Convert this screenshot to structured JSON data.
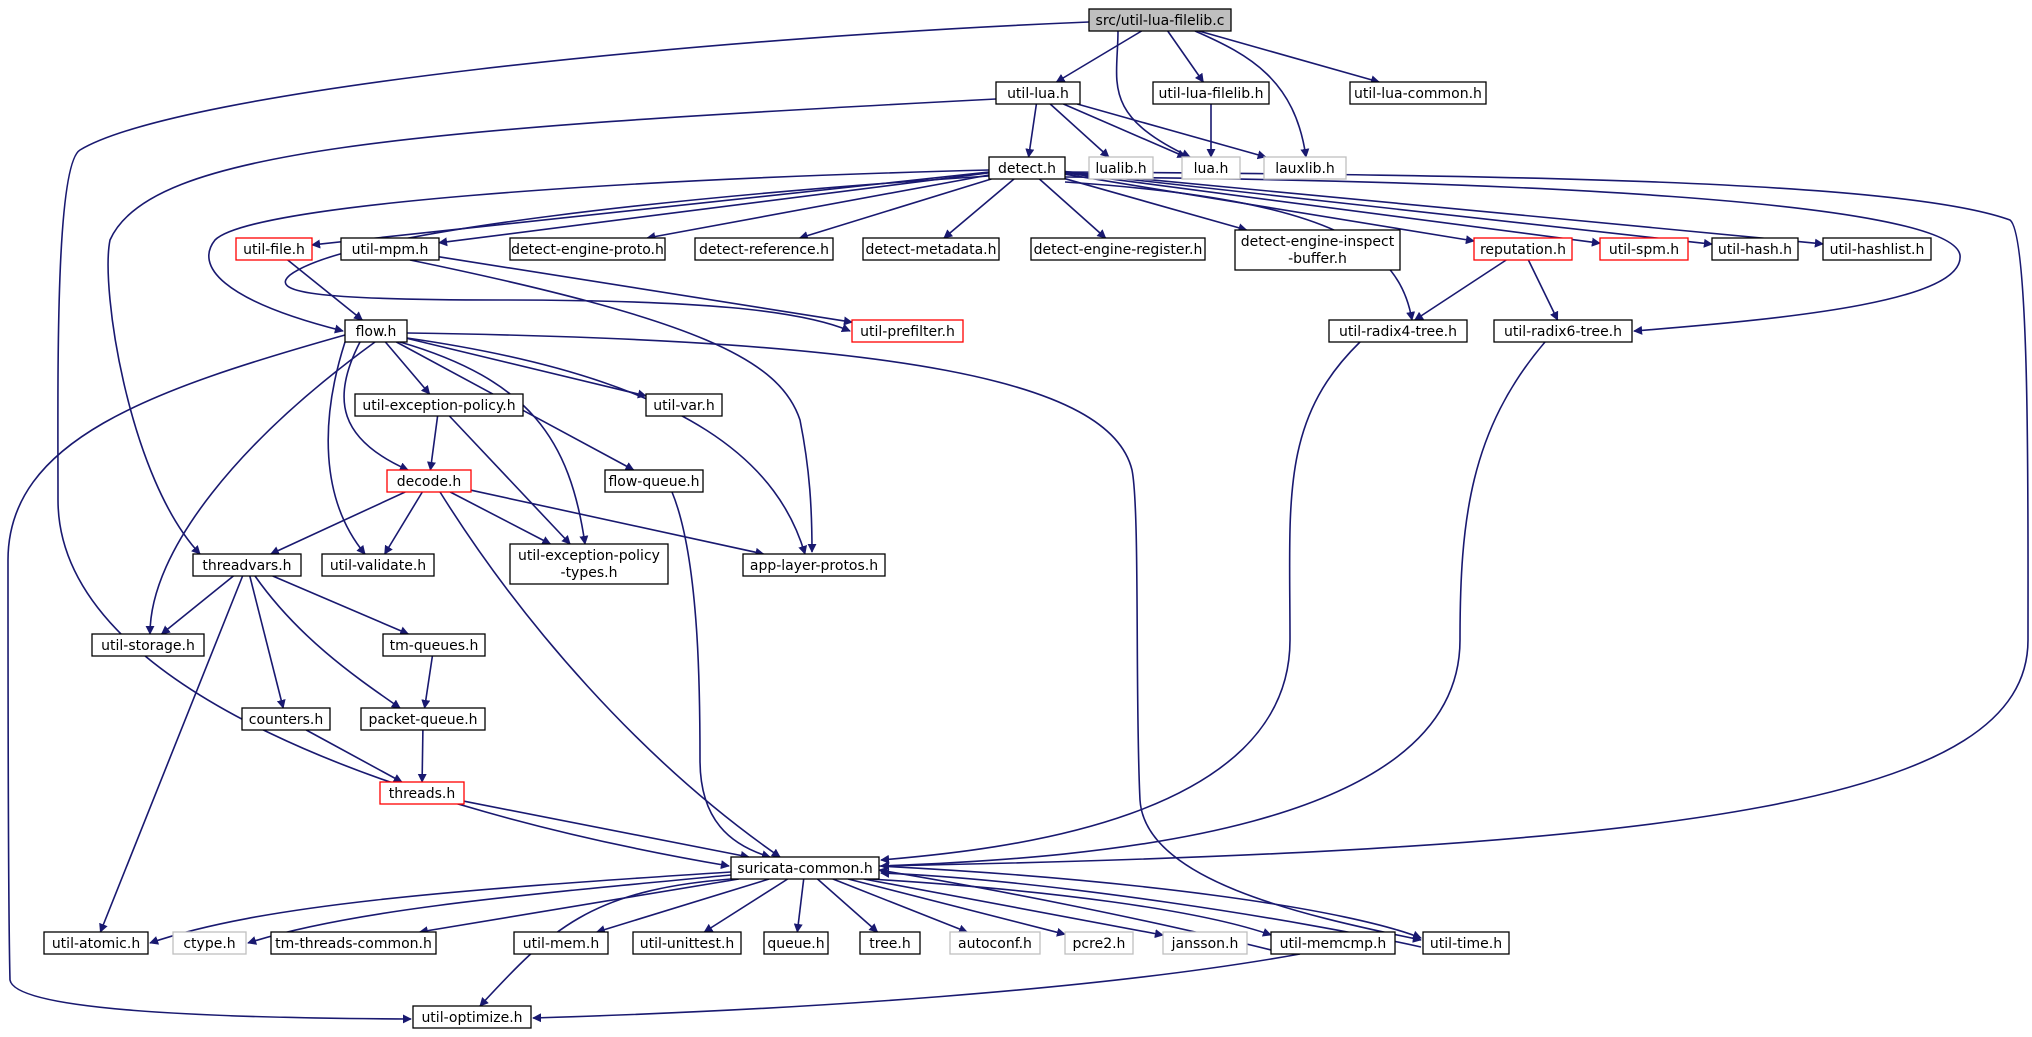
{
  "colors": {
    "edge": "#191970",
    "normal_border": "#000000",
    "truncated_border": "#ff0000",
    "external_border": "#bfbfbf",
    "root_fill": "#bfbfbf",
    "text": "#000000"
  },
  "nodes": [
    {
      "id": "root",
      "label": "src/util-lua-filelib.c",
      "kind": "root"
    },
    {
      "id": "util-lua-h",
      "label": "util-lua.h",
      "kind": "normal"
    },
    {
      "id": "util-lua-filelib-h",
      "label": "util-lua-filelib.h",
      "kind": "normal"
    },
    {
      "id": "util-lua-common-h",
      "label": "util-lua-common.h",
      "kind": "normal"
    },
    {
      "id": "detect-h",
      "label": "detect.h",
      "kind": "normal"
    },
    {
      "id": "lualib-h",
      "label": "lualib.h",
      "kind": "external"
    },
    {
      "id": "lua-h",
      "label": "lua.h",
      "kind": "external"
    },
    {
      "id": "lauxlib-h",
      "label": "lauxlib.h",
      "kind": "external"
    },
    {
      "id": "util-file-h",
      "label": "util-file.h",
      "kind": "truncated"
    },
    {
      "id": "util-mpm-h",
      "label": "util-mpm.h",
      "kind": "normal"
    },
    {
      "id": "detect-engine-proto-h",
      "label": "detect-engine-proto.h",
      "kind": "normal"
    },
    {
      "id": "detect-reference-h",
      "label": "detect-reference.h",
      "kind": "normal"
    },
    {
      "id": "detect-metadata-h",
      "label": "detect-metadata.h",
      "kind": "normal"
    },
    {
      "id": "detect-engine-register-h",
      "label": "detect-engine-register.h",
      "kind": "normal"
    },
    {
      "id": "detect-engine-inspect-buffer-h",
      "label": "detect-engine-inspect\n-buffer.h",
      "kind": "normal"
    },
    {
      "id": "reputation-h",
      "label": "reputation.h",
      "kind": "truncated"
    },
    {
      "id": "util-spm-h",
      "label": "util-spm.h",
      "kind": "truncated"
    },
    {
      "id": "util-hash-h",
      "label": "util-hash.h",
      "kind": "normal"
    },
    {
      "id": "util-hashlist-h",
      "label": "util-hashlist.h",
      "kind": "normal"
    },
    {
      "id": "flow-h",
      "label": "flow.h",
      "kind": "normal"
    },
    {
      "id": "util-prefilter-h",
      "label": "util-prefilter.h",
      "kind": "truncated"
    },
    {
      "id": "util-radix4-tree-h",
      "label": "util-radix4-tree.h",
      "kind": "normal"
    },
    {
      "id": "util-radix6-tree-h",
      "label": "util-radix6-tree.h",
      "kind": "normal"
    },
    {
      "id": "util-exception-policy-h",
      "label": "util-exception-policy.h",
      "kind": "normal"
    },
    {
      "id": "util-var-h",
      "label": "util-var.h",
      "kind": "normal"
    },
    {
      "id": "decode-h",
      "label": "decode.h",
      "kind": "truncated"
    },
    {
      "id": "flow-queue-h",
      "label": "flow-queue.h",
      "kind": "normal"
    },
    {
      "id": "threadvars-h",
      "label": "threadvars.h",
      "kind": "normal"
    },
    {
      "id": "util-validate-h",
      "label": "util-validate.h",
      "kind": "normal"
    },
    {
      "id": "util-exception-policy-types-h",
      "label": "util-exception-policy\n-types.h",
      "kind": "normal"
    },
    {
      "id": "app-layer-protos-h",
      "label": "app-layer-protos.h",
      "kind": "normal"
    },
    {
      "id": "util-storage-h",
      "label": "util-storage.h",
      "kind": "normal"
    },
    {
      "id": "tm-queues-h",
      "label": "tm-queues.h",
      "kind": "normal"
    },
    {
      "id": "counters-h",
      "label": "counters.h",
      "kind": "normal"
    },
    {
      "id": "packet-queue-h",
      "label": "packet-queue.h",
      "kind": "normal"
    },
    {
      "id": "threads-h",
      "label": "threads.h",
      "kind": "truncated"
    },
    {
      "id": "suricata-common-h",
      "label": "suricata-common.h",
      "kind": "normal"
    },
    {
      "id": "util-atomic-h",
      "label": "util-atomic.h",
      "kind": "normal"
    },
    {
      "id": "ctype-h",
      "label": "ctype.h",
      "kind": "external"
    },
    {
      "id": "tm-threads-common-h",
      "label": "tm-threads-common.h",
      "kind": "normal"
    },
    {
      "id": "util-mem-h",
      "label": "util-mem.h",
      "kind": "normal"
    },
    {
      "id": "util-unittest-h",
      "label": "util-unittest.h",
      "kind": "normal"
    },
    {
      "id": "queue-h",
      "label": "queue.h",
      "kind": "normal"
    },
    {
      "id": "tree-h",
      "label": "tree.h",
      "kind": "normal"
    },
    {
      "id": "autoconf-h",
      "label": "autoconf.h",
      "kind": "external"
    },
    {
      "id": "pcre2-h",
      "label": "pcre2.h",
      "kind": "external"
    },
    {
      "id": "jansson-h",
      "label": "jansson.h",
      "kind": "external"
    },
    {
      "id": "util-memcmp-h",
      "label": "util-memcmp.h",
      "kind": "normal"
    },
    {
      "id": "util-time-h",
      "label": "util-time.h",
      "kind": "normal"
    },
    {
      "id": "util-optimize-h",
      "label": "util-optimize.h",
      "kind": "normal"
    }
  ],
  "edges": [
    [
      "root",
      "util-lua-h"
    ],
    [
      "root",
      "util-lua-filelib-h"
    ],
    [
      "root",
      "util-lua-common-h"
    ],
    [
      "root",
      "lua-h"
    ],
    [
      "root",
      "lauxlib-h"
    ],
    [
      "root",
      "suricata-common-h"
    ],
    [
      "util-lua-filelib-h",
      "lua-h"
    ],
    [
      "util-lua-h",
      "detect-h"
    ],
    [
      "util-lua-h",
      "lualib-h"
    ],
    [
      "util-lua-h",
      "lua-h"
    ],
    [
      "util-lua-h",
      "lauxlib-h"
    ],
    [
      "util-lua-h",
      "threadvars-h"
    ],
    [
      "detect-h",
      "util-file-h"
    ],
    [
      "detect-h",
      "util-mpm-h"
    ],
    [
      "detect-h",
      "detect-engine-proto-h"
    ],
    [
      "detect-h",
      "detect-reference-h"
    ],
    [
      "detect-h",
      "detect-metadata-h"
    ],
    [
      "detect-h",
      "detect-engine-register-h"
    ],
    [
      "detect-h",
      "detect-engine-inspect-buffer-h"
    ],
    [
      "detect-h",
      "reputation-h"
    ],
    [
      "detect-h",
      "util-spm-h"
    ],
    [
      "detect-h",
      "util-hash-h"
    ],
    [
      "detect-h",
      "util-hashlist-h"
    ],
    [
      "detect-h",
      "flow-h"
    ],
    [
      "detect-h",
      "util-prefilter-h"
    ],
    [
      "detect-h",
      "util-radix4-tree-h"
    ],
    [
      "detect-h",
      "util-radix6-tree-h"
    ],
    [
      "detect-h",
      "suricata-common-h"
    ],
    [
      "util-file-h",
      "flow-h"
    ],
    [
      "util-mpm-h",
      "util-prefilter-h"
    ],
    [
      "util-mpm-h",
      "app-layer-protos-h"
    ],
    [
      "reputation-h",
      "util-radix4-tree-h"
    ],
    [
      "reputation-h",
      "util-radix6-tree-h"
    ],
    [
      "util-radix4-tree-h",
      "suricata-common-h"
    ],
    [
      "util-radix6-tree-h",
      "suricata-common-h"
    ],
    [
      "flow-h",
      "util-exception-policy-h"
    ],
    [
      "flow-h",
      "util-var-h"
    ],
    [
      "flow-h",
      "decode-h"
    ],
    [
      "flow-h",
      "flow-queue-h"
    ],
    [
      "flow-h",
      "util-validate-h"
    ],
    [
      "flow-h",
      "util-exception-policy-types-h"
    ],
    [
      "flow-h",
      "app-layer-protos-h"
    ],
    [
      "flow-h",
      "util-storage-h"
    ],
    [
      "flow-h",
      "util-time-h"
    ],
    [
      "flow-h",
      "util-optimize-h"
    ],
    [
      "util-exception-policy-h",
      "decode-h"
    ],
    [
      "util-exception-policy-h",
      "util-exception-policy-types-h"
    ],
    [
      "decode-h",
      "threadvars-h"
    ],
    [
      "decode-h",
      "util-validate-h"
    ],
    [
      "decode-h",
      "util-exception-policy-types-h"
    ],
    [
      "decode-h",
      "app-layer-protos-h"
    ],
    [
      "decode-h",
      "suricata-common-h"
    ],
    [
      "flow-queue-h",
      "suricata-common-h"
    ],
    [
      "threadvars-h",
      "util-storage-h"
    ],
    [
      "threadvars-h",
      "tm-queues-h"
    ],
    [
      "threadvars-h",
      "counters-h"
    ],
    [
      "threadvars-h",
      "packet-queue-h"
    ],
    [
      "threadvars-h",
      "util-atomic-h"
    ],
    [
      "tm-queues-h",
      "packet-queue-h"
    ],
    [
      "packet-queue-h",
      "threads-h"
    ],
    [
      "counters-h",
      "threads-h"
    ],
    [
      "threads-h",
      "suricata-common-h"
    ],
    [
      "suricata-common-h",
      "util-atomic-h"
    ],
    [
      "suricata-common-h",
      "ctype-h"
    ],
    [
      "suricata-common-h",
      "tm-threads-common-h"
    ],
    [
      "suricata-common-h",
      "util-mem-h"
    ],
    [
      "suricata-common-h",
      "util-unittest-h"
    ],
    [
      "suricata-common-h",
      "queue-h"
    ],
    [
      "suricata-common-h",
      "tree-h"
    ],
    [
      "suricata-common-h",
      "autoconf-h"
    ],
    [
      "suricata-common-h",
      "pcre2-h"
    ],
    [
      "suricata-common-h",
      "jansson-h"
    ],
    [
      "suricata-common-h",
      "util-memcmp-h"
    ],
    [
      "suricata-common-h",
      "util-time-h"
    ],
    [
      "suricata-common-h",
      "util-optimize-h"
    ],
    [
      "util-memcmp-h",
      "suricata-common-h"
    ],
    [
      "util-memcmp-h",
      "util-optimize-h"
    ],
    [
      "util-time-h",
      "suricata-common-h"
    ]
  ]
}
